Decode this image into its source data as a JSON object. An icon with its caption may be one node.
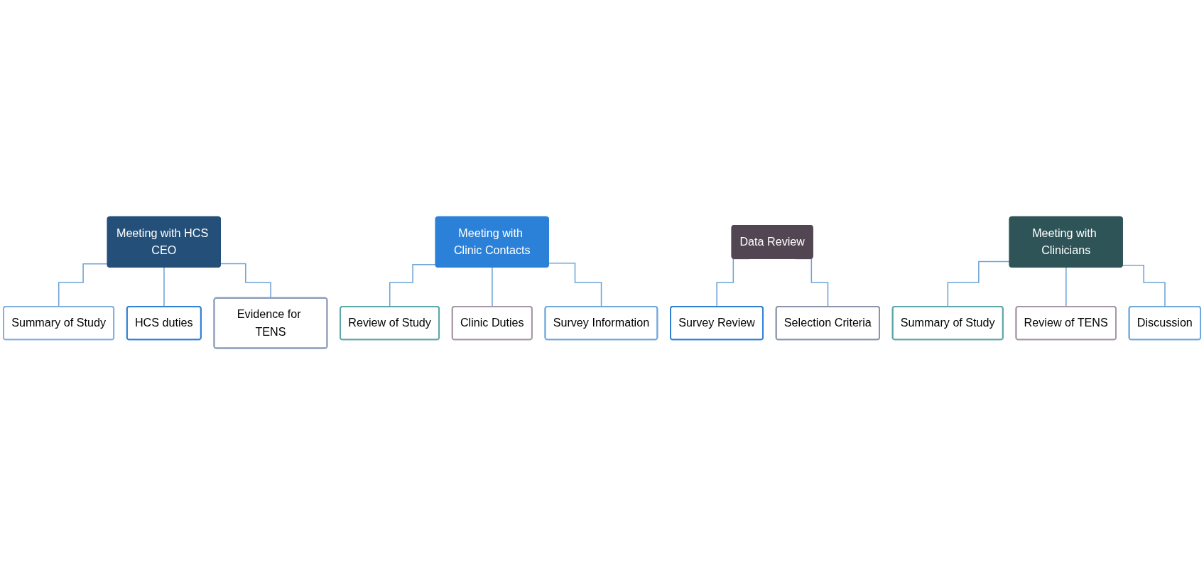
{
  "diagram": {
    "nodes": [
      {
        "text": [
          "Meeting with HCS CEO"
        ]
      },
      {
        "text": [
          "Summary of Study"
        ]
      },
      {
        "text": [
          "HCS duties"
        ]
      },
      {
        "text": [
          "Evidence for TENS"
        ]
      },
      {
        "text": [
          "Meeting with Clinic Contacts"
        ]
      },
      {
        "text": [
          "Review of Study"
        ]
      },
      {
        "text": [
          "Clinic Duties"
        ]
      },
      {
        "text": [
          "Survey Information"
        ]
      },
      {
        "text": [
          "Data Review"
        ]
      },
      {
        "text": [
          "Survey Review"
        ]
      },
      {
        "text": [
          "Selection Criteria"
        ]
      },
      {
        "text": [
          "Meeting with Clinicians"
        ]
      },
      {
        "text": [
          "Summary of Study"
        ]
      },
      {
        "text": [
          "Review of TENS"
        ]
      },
      {
        "text": [
          "Discussion"
        ]
      }
    ],
    "edges": [
      {
        "from": 0,
        "to": 1,
        "arrow": "none"
      },
      {
        "from": 0,
        "to": 2,
        "arrow": "none"
      },
      {
        "from": 0,
        "to": 3,
        "arrow": "none"
      },
      {
        "from": 4,
        "to": 5,
        "arrow": "none"
      },
      {
        "from": 4,
        "to": 6,
        "arrow": "none"
      },
      {
        "from": 4,
        "to": 7,
        "arrow": "none"
      },
      {
        "from": 8,
        "to": 9,
        "arrow": "none"
      },
      {
        "from": 8,
        "to": 10,
        "arrow": "none"
      },
      {
        "from": 11,
        "to": 12,
        "arrow": "none"
      },
      {
        "from": 11,
        "to": 13,
        "arrow": "none"
      },
      {
        "from": 11,
        "to": 14,
        "arrow": "none"
      }
    ]
  }
}
